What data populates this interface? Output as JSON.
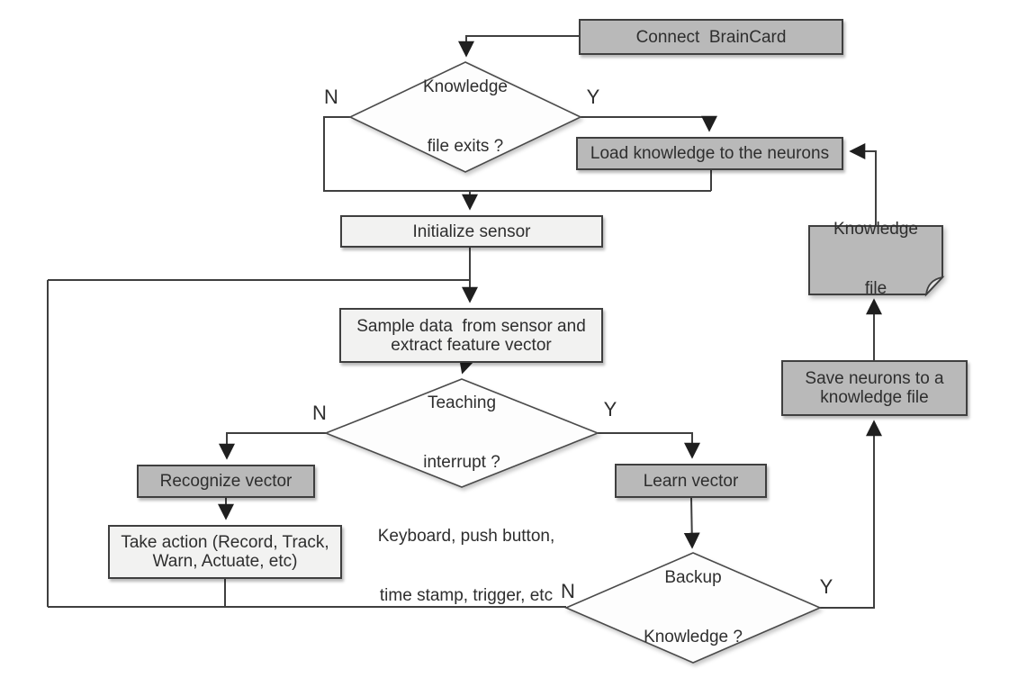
{
  "nodes": {
    "connect": {
      "label": "Connect  BrainCard"
    },
    "check_file": {
      "line1": "Knowledge",
      "line2": "file exits ?"
    },
    "load": {
      "label": "Load knowledge to the neurons"
    },
    "initialize": {
      "label": "Initialize sensor"
    },
    "sample": {
      "line1": "Sample data  from sensor and",
      "line2": "extract feature vector"
    },
    "teaching": {
      "line1": "Teaching",
      "line2": "interrupt ?"
    },
    "recognize": {
      "label": "Recognize vector"
    },
    "take_action": {
      "line1": "Take action (Record, Track,",
      "line2": "Warn, Actuate, etc)"
    },
    "learn": {
      "label": "Learn vector"
    },
    "backup": {
      "line1": "Backup",
      "line2": "Knowledge ?"
    },
    "save": {
      "line1": "Save neurons to a",
      "line2": "knowledge file"
    },
    "knowledge_file": {
      "line1": "Knowledge",
      "line2": "file"
    }
  },
  "branch_labels": {
    "check_file_no": "N",
    "check_file_yes": "Y",
    "teaching_no": "N",
    "teaching_yes": "Y",
    "backup_no": "N",
    "backup_yes": "Y"
  },
  "annotation": {
    "line1": "Keyboard, push button,",
    "line2": "time stamp, trigger, etc"
  },
  "colors": {
    "node_dark": "#b9b9b9",
    "node_light": "#f2f2f1",
    "border": "#3f3f3f",
    "line": "#3f3f3f",
    "arrow": "#1f1f1f",
    "text": "#2e2e2e",
    "background": "#ffffff"
  }
}
